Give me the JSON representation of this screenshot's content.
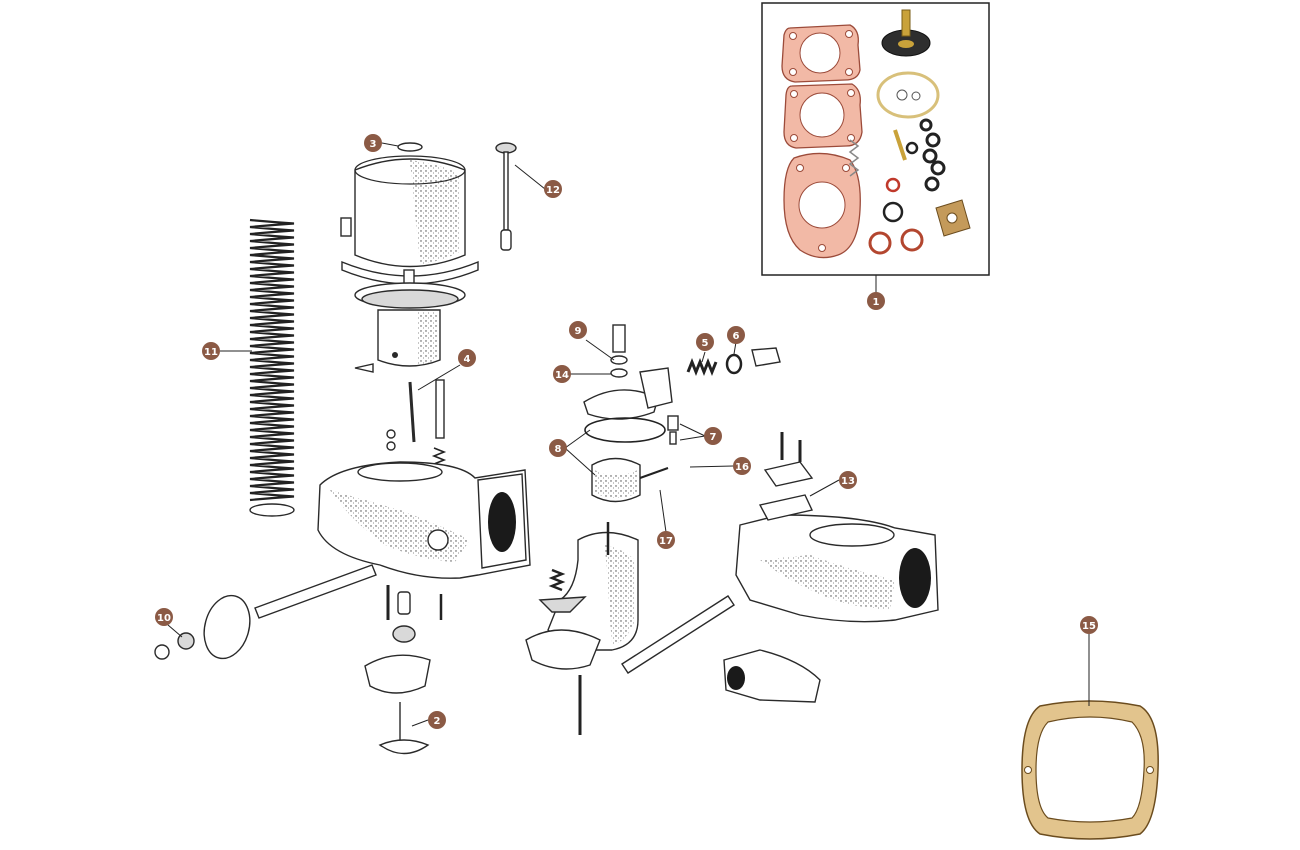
{
  "diagram": {
    "callouts": [
      {
        "id": "callout-1",
        "label": "1"
      },
      {
        "id": "callout-2",
        "label": "2"
      },
      {
        "id": "callout-3",
        "label": "3"
      },
      {
        "id": "callout-4",
        "label": "4"
      },
      {
        "id": "callout-5",
        "label": "5"
      },
      {
        "id": "callout-6",
        "label": "6"
      },
      {
        "id": "callout-7",
        "label": "7"
      },
      {
        "id": "callout-8",
        "label": "8"
      },
      {
        "id": "callout-9",
        "label": "9"
      },
      {
        "id": "callout-10",
        "label": "10"
      },
      {
        "id": "callout-11",
        "label": "11"
      },
      {
        "id": "callout-12",
        "label": "12"
      },
      {
        "id": "callout-13",
        "label": "13"
      },
      {
        "id": "callout-14",
        "label": "14"
      },
      {
        "id": "callout-15",
        "label": "15"
      },
      {
        "id": "callout-16",
        "label": "16"
      },
      {
        "id": "callout-17",
        "label": "17"
      }
    ],
    "colors": {
      "callout_fill": "#8b5a45",
      "gasket_fill": "#f2b9a6",
      "gasket_stroke": "#9c4b3a",
      "cork_gasket": "#e2c48d",
      "line": "#2a2a2a"
    }
  }
}
